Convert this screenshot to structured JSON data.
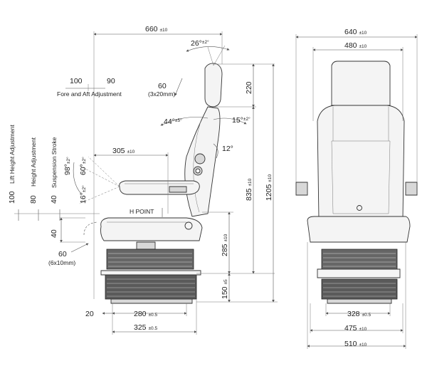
{
  "side_view": {
    "overall_width": {
      "value": "660",
      "tol": "±10"
    },
    "fore_aft": {
      "forward": "100",
      "back": "90",
      "label": "Fore and Aft Adjustment"
    },
    "backrest_recline": {
      "value": "60",
      "detail": "(3x20mm)"
    },
    "headrest_angle": {
      "value": "26°",
      "tol": "±2°"
    },
    "headrest_height": {
      "value": "220"
    },
    "backrest_angle_rear": {
      "value": "44°",
      "tol": "±5°"
    },
    "backrest_angle_front": {
      "value": "15°",
      "tol": "±2°"
    },
    "lumbar_angle": {
      "value": "12°"
    },
    "armrest_depth": {
      "value": "305",
      "tol": "±10"
    },
    "armrest_angle_up": {
      "value": "98°",
      "tol": "±2°"
    },
    "armrest_angle_mid": {
      "value": "60°",
      "tol": "±2°"
    },
    "armrest_angle_down": {
      "value": "16°",
      "tol": "±2°"
    },
    "lift_height": {
      "value": "100",
      "label": "Lift Height Adjustment"
    },
    "height_adjust": {
      "value": "80",
      "label": "Height Adjustment"
    },
    "suspension": {
      "value": "40",
      "label": "Suspension Stroke"
    },
    "cushion_tilt": {
      "value": "40"
    },
    "h_point": "H POINT",
    "cushion_fore_aft": {
      "value": "60",
      "detail": "(6x10mm)"
    },
    "backrest_height": {
      "value": "835",
      "tol": "±10"
    },
    "total_height": {
      "value": "1205",
      "tol": "±10"
    },
    "seat_height": {
      "value": "285",
      "tol": "±10"
    },
    "base_height": {
      "value": "150",
      "tol": "±5"
    },
    "base_offset": {
      "value": "20"
    },
    "rail_length": {
      "value": "280",
      "tol": "±0.5"
    },
    "mount_length": {
      "value": "325",
      "tol": "±0.5"
    }
  },
  "front_view": {
    "overall_width": {
      "value": "640",
      "tol": "±10"
    },
    "headrest_width": {
      "value": "480",
      "tol": "±10"
    },
    "rail_spacing": {
      "value": "328",
      "tol": "±0.5"
    },
    "mount_width": {
      "value": "475",
      "tol": "±10"
    },
    "base_width": {
      "value": "510",
      "tol": "±10"
    }
  }
}
